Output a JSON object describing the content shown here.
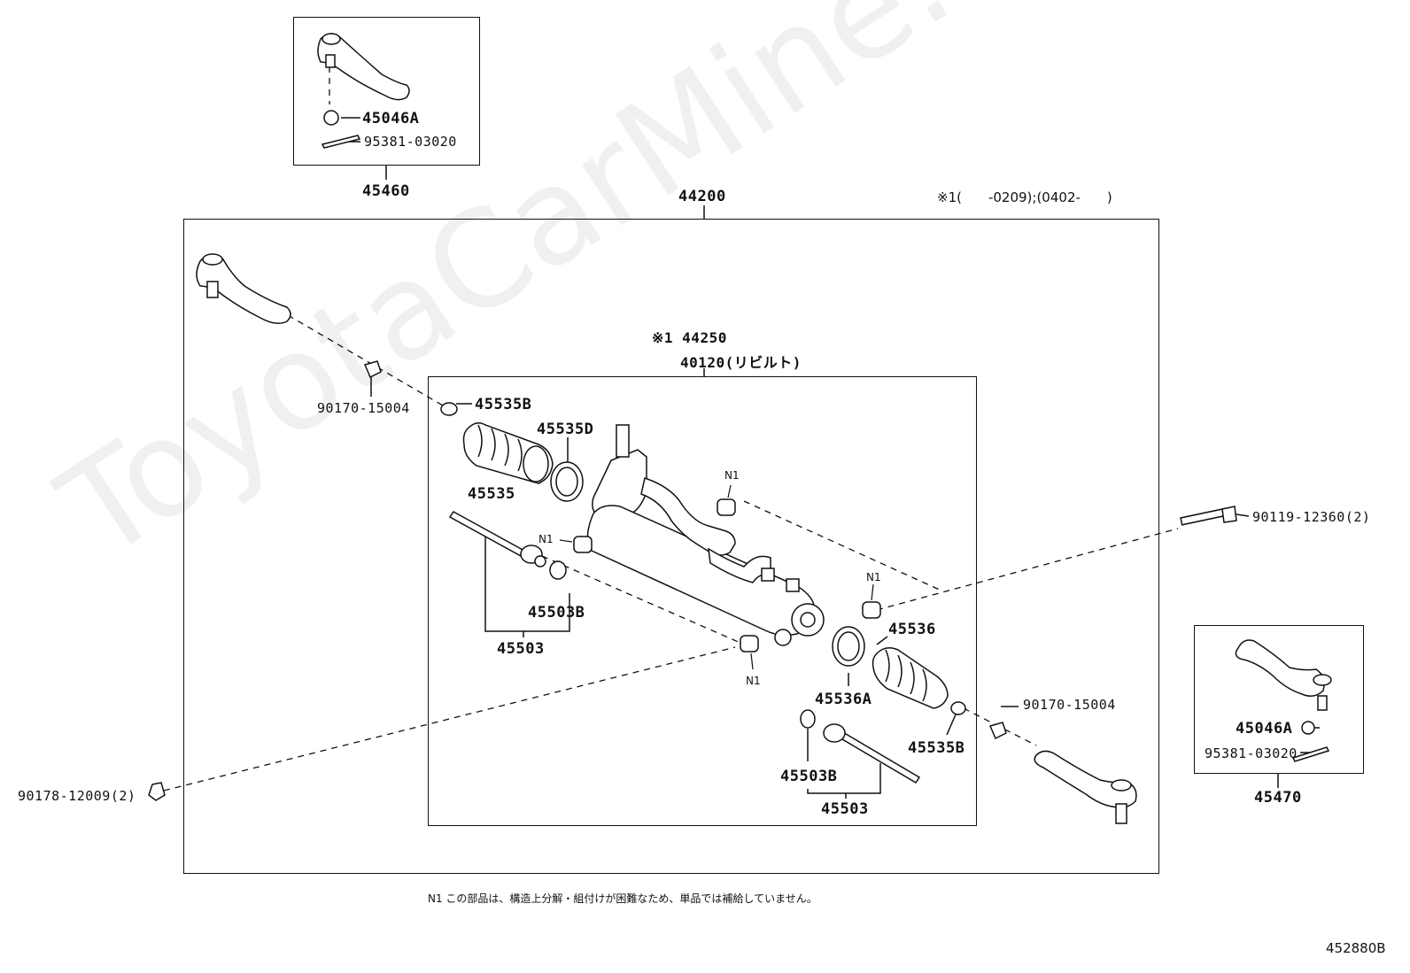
{
  "watermark": "ToyotaCarMine.ru",
  "diagram_id": "452880B",
  "validity_note": "※1(　　-0209);(0402-　　)",
  "footnote": "N1 この部品は、構造上分解・組付けが困難なため、単品では補給していません。",
  "groups": {
    "assy_44200": "44200",
    "left_end_45460": "45460",
    "right_end_45470": "45470",
    "gear_44250": "※1 44250",
    "gear_40120": "40120(リビルト)"
  },
  "labels": {
    "p45046A_left": "45046A",
    "p95381_left": "95381-03020",
    "p45046A_right": "45046A",
    "p95381_right": "95381-03020",
    "p90170_left": "90170-15004",
    "p90170_right": "90170-15004",
    "p45535B_top": "45535B",
    "p45535D": "45535D",
    "p45535": "45535",
    "p45503B_left": "45503B",
    "p45503_left": "45503",
    "p45536": "45536",
    "p45536A": "45536A",
    "p45535B_bottom": "45535B",
    "p45503B_right": "45503B",
    "p45503_right": "45503",
    "p90119": "90119-12360(2)",
    "p90178": "90178-12009(2)",
    "n1_a": "N1",
    "n1_b": "N1",
    "n1_c": "N1",
    "n1_d": "N1"
  }
}
